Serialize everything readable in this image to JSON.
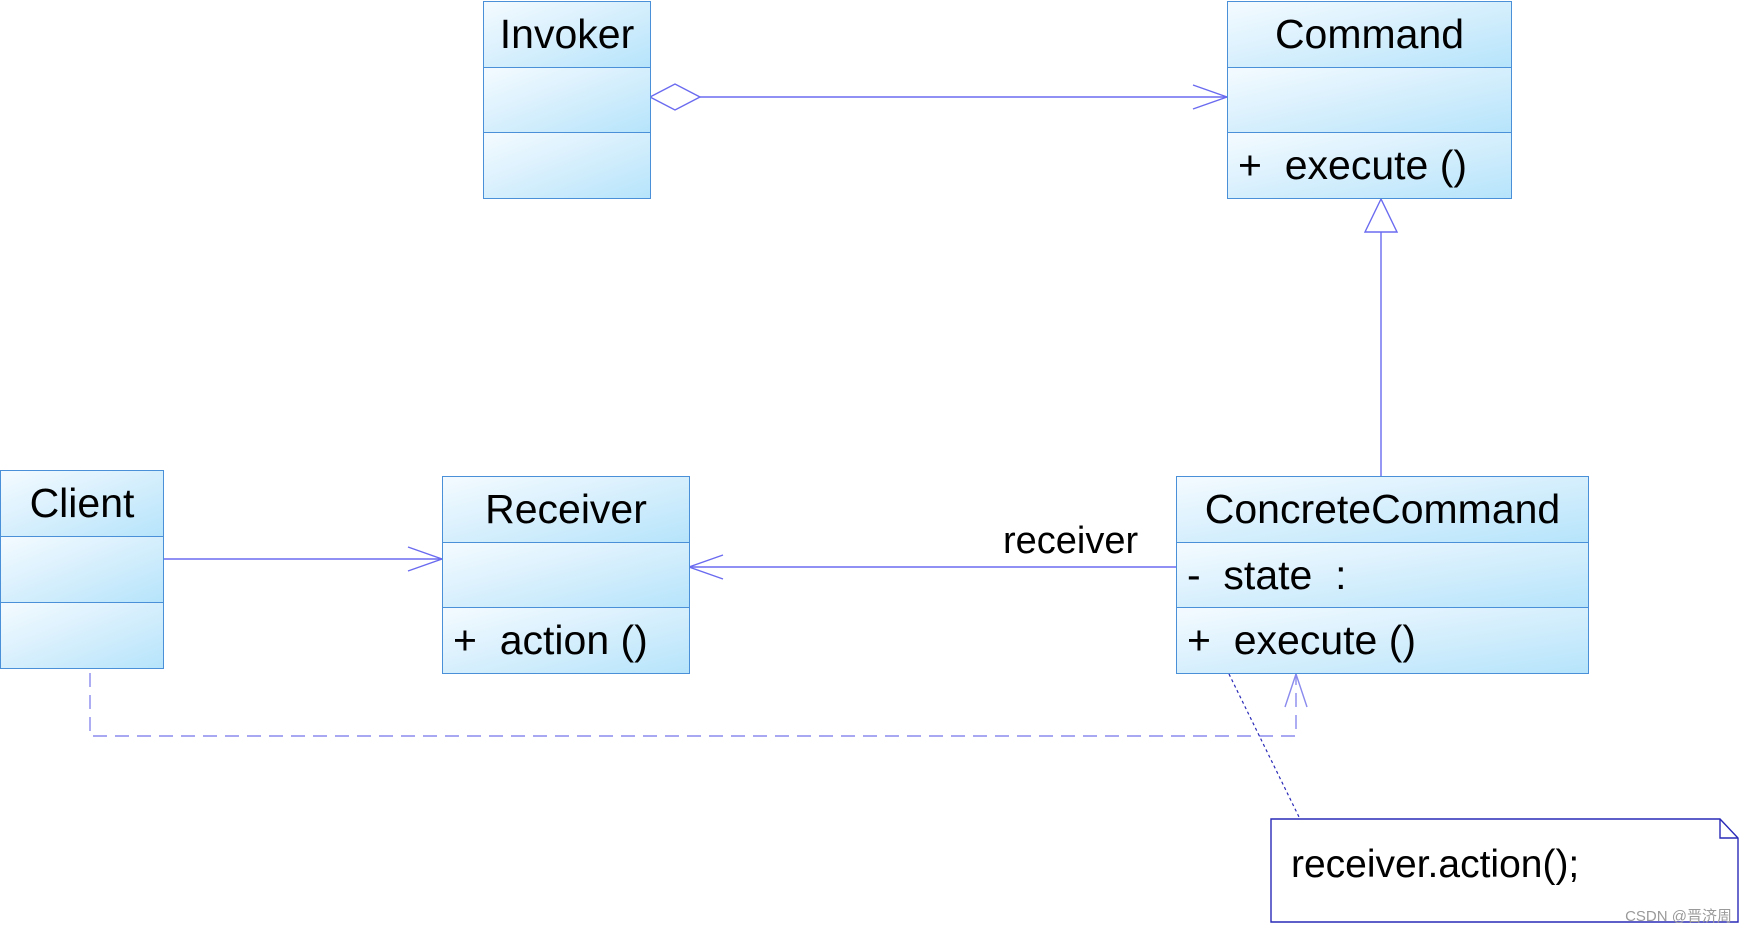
{
  "classes": {
    "invoker": {
      "name": "Invoker",
      "attributes": "",
      "operations": ""
    },
    "command": {
      "name": "Command",
      "attributes": "",
      "operations": "+  execute ()"
    },
    "client": {
      "name": "Client",
      "attributes": "",
      "operations": ""
    },
    "receiver": {
      "name": "Receiver",
      "attributes": "",
      "operations": "+  action ()"
    },
    "concrete_command": {
      "name": "ConcreteCommand",
      "attributes": "-  state  :",
      "operations": "+  execute ()"
    }
  },
  "relations": {
    "receiver_role": "receiver"
  },
  "note": {
    "text": "receiver.action();"
  },
  "watermark": "CSDN @晋济周",
  "colors": {
    "border": "#4a90d9",
    "connector": "#7a7aee",
    "note_border": "#2a2ab8"
  }
}
